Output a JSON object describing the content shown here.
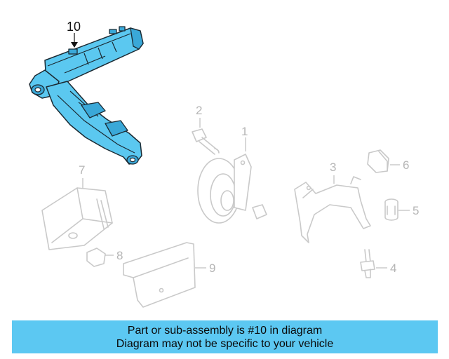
{
  "callouts": {
    "part_1": "1",
    "part_2": "2",
    "part_3": "3",
    "part_4": "4",
    "part_5": "5",
    "part_6": "6",
    "part_7": "7",
    "part_8": "8",
    "part_9": "9",
    "part_10": "10"
  },
  "highlight_color": "#5cc8f2",
  "banner": {
    "line1": "Part or sub-assembly is #10 in diagram",
    "line2": "Diagram may not be specific to your vehicle"
  }
}
